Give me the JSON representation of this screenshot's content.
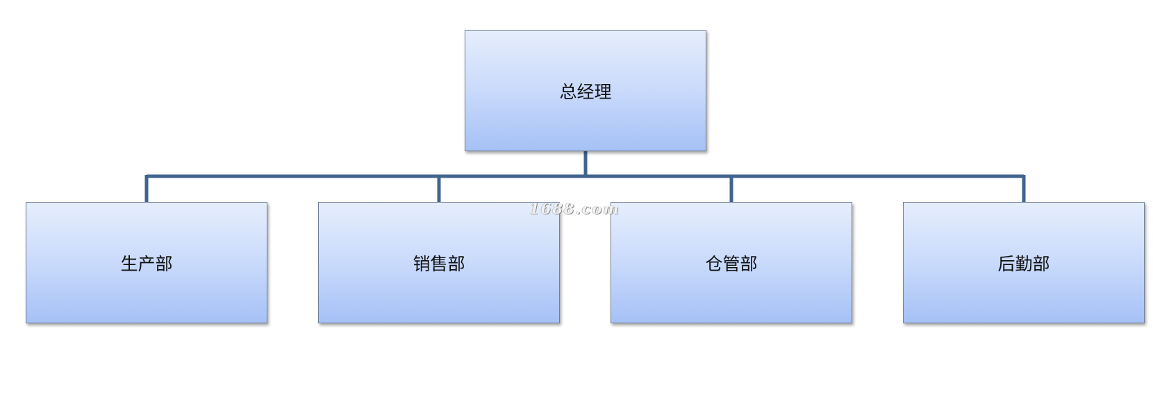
{
  "diagram": {
    "root": {
      "label": "总经理"
    },
    "children": [
      {
        "label": "生产部"
      },
      {
        "label": "销售部"
      },
      {
        "label": "仓管部"
      },
      {
        "label": "后勤部"
      }
    ],
    "colors": {
      "connector": "#41648f",
      "box_border": "#6f7f96",
      "box_top": "#e6eefc",
      "box_bottom": "#a6c1f6"
    }
  },
  "watermark": {
    "text": "1688.com"
  }
}
